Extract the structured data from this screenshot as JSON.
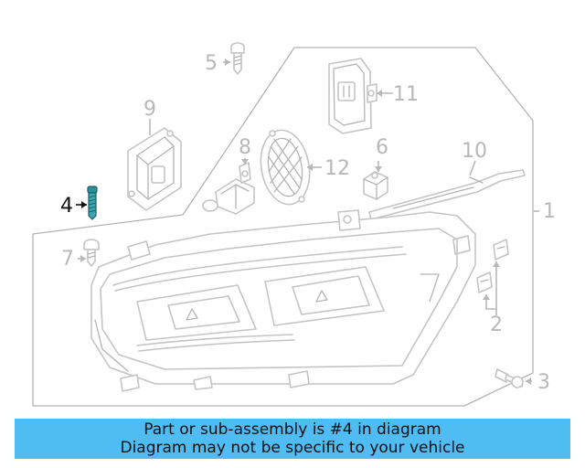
{
  "callouts": {
    "c1": "1",
    "c2": "2",
    "c3": "3",
    "c4": "4",
    "c5": "5",
    "c6": "6",
    "c7": "7",
    "c8": "8",
    "c9": "9",
    "c10": "10",
    "c11": "11",
    "c12": "12"
  },
  "highlighted_part": "4",
  "colors": {
    "line_art": "#c4c4c4",
    "highlight_part": "#2f8f99",
    "banner_bg": "#4fbcf4",
    "banner_text": "#111111"
  },
  "banner": {
    "line1": "Part or sub-assembly is #4 in diagram",
    "line2": "Diagram may not be specific to your vehicle"
  }
}
